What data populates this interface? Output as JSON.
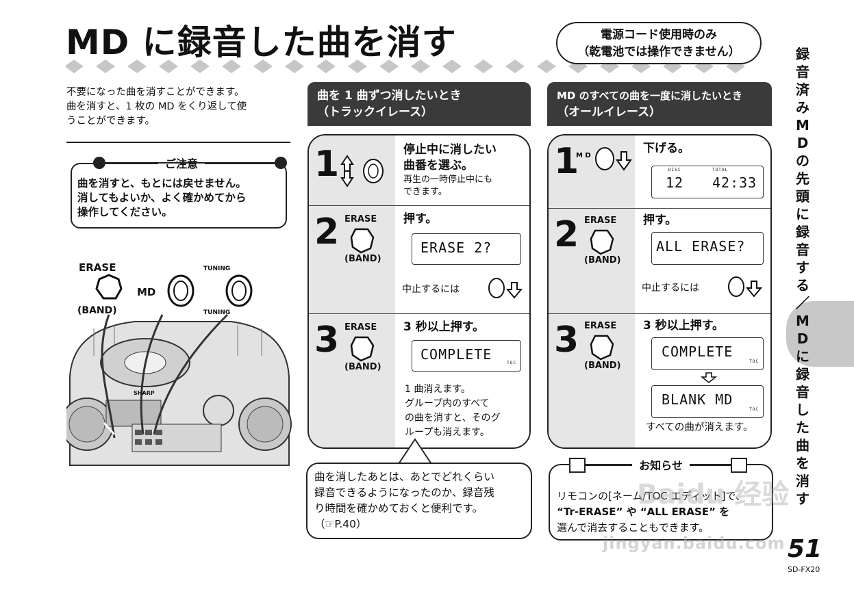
{
  "title": "MD に録音した曲を消す",
  "power_note": [
    "電源コード使用時のみ",
    "（乾電池では操作できません）"
  ],
  "side_tab": "録音済みMDの先頭に録音する／MDに録音した曲を消す",
  "intro": [
    "不要になった曲を消すことができます。",
    "曲を消すと、1 枚の MD をくり返して使",
    "うことができます。"
  ],
  "caution": {
    "title": "ご注意",
    "lines": [
      "曲を消すと、もとには戻せません。",
      "消してもよいか、よく確かめてから",
      "操作してください。"
    ]
  },
  "device": {
    "erase_label": "ERASE",
    "band_label": "(BAND)",
    "md_label": "MD",
    "tuning_label": "TUNING",
    "brand": "SHARP"
  },
  "track_erase": {
    "header": [
      "曲を 1 曲ずつ消したいとき",
      "（トラックイレース）"
    ],
    "step1": {
      "num": "1",
      "text": [
        "停止中に消したい",
        "曲番を選ぶ。"
      ],
      "sub": [
        "再生の一時停止中にも",
        "できます。"
      ]
    },
    "step2": {
      "num": "2",
      "button": "ERASE",
      "button_sub": "(BAND)",
      "text": "押す。",
      "lcd": "ERASE    2?",
      "cancel": "中止するには"
    },
    "step3": {
      "num": "3",
      "button": "ERASE",
      "button_sub": "(BAND)",
      "text": "3 秒以上押す。",
      "lcd": "COMPLETE",
      "lcd_small": "TOC",
      "bullets": [
        "1 曲消えます。",
        "グループ内のすべて",
        "の曲を消すと、そのグ",
        "ループも消えます。"
      ]
    }
  },
  "all_erase": {
    "header": [
      "MD のすべての曲を一度に消したいとき",
      "（オールイレース）"
    ],
    "step1": {
      "num": "1",
      "text": "下げる。",
      "lcd_left": "12",
      "lcd_right": "42:33",
      "lcd_disc": "DISC",
      "lcd_total": "TOTAL"
    },
    "step2": {
      "num": "2",
      "button": "ERASE",
      "button_sub": "(BAND)",
      "text": "押す。",
      "lcd": "ALL ERASE?",
      "cancel": "中止するには"
    },
    "step3": {
      "num": "3",
      "button": "ERASE",
      "button_sub": "(BAND)",
      "text": "3 秒以上押す。",
      "lcd1": "COMPLETE",
      "lcd2": "BLANK MD",
      "lcd_small": "TOC",
      "result": "すべての曲が消えます。"
    }
  },
  "callout": [
    "曲を消したあとは、あとでどれくらい",
    "録音できるようになったのか、録音残",
    "り時間を確かめておくと便利です。",
    "（☞P.40）"
  ],
  "info": {
    "title": "お知らせ",
    "lines": [
      "リモコンの[ネーム/TOC エディット]で、",
      "“Tr-ERASE” や “ALL ERASE” を",
      "選んで消去することもできます。"
    ]
  },
  "page_number": "51",
  "model": "SD-FX20",
  "watermark": "Baidu 经验",
  "watermark_url": "jingyan.baidu.com"
}
